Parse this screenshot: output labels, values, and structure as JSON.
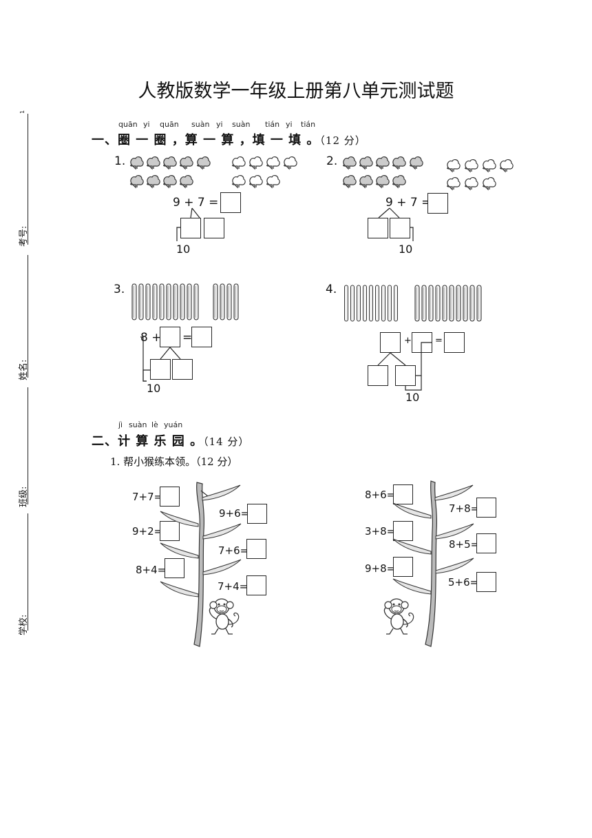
{
  "title": "人教版数学一年级上册第八单元测试题",
  "side_labels": {
    "kaohao": "考号:",
    "xingming": "姓名:",
    "banji": "班级:",
    "xuexiao": "学校:",
    "tick": "1"
  },
  "section1": {
    "pinyin": [
      "quān",
      "yi",
      "quān",
      "suàn",
      "yi",
      "suàn",
      "tián",
      "yi",
      "tián"
    ],
    "heading": "一、圈 一 圈 ，算 一 算 ，填 一 填 。",
    "points": "（12 分）",
    "q1": {
      "num": "1.",
      "equation": "9 + 7 =",
      "ten": "10"
    },
    "q2": {
      "num": "2.",
      "equation": "9 + 7 =",
      "ten": "10"
    },
    "q3": {
      "num": "3.",
      "left": "8 +",
      "eq": "=",
      "ten": "10"
    },
    "q4": {
      "num": "4.",
      "plus": "+",
      "eq": "=",
      "ten": "10"
    }
  },
  "section2": {
    "pinyin": [
      "jì",
      "suàn",
      "lè",
      "yuán"
    ],
    "heading": "二、计 算 乐 园 。",
    "points": "（14 分）",
    "sub1": "1. 帮小猴练本领。（12 分）",
    "left_tree": [
      "7+7=",
      "9+6=",
      "9+2=",
      "7+6=",
      "8+4=",
      "7+4="
    ],
    "right_tree": [
      "8+6=",
      "7+8=",
      "3+8=",
      "8+5=",
      "9+8=",
      "5+6="
    ]
  }
}
